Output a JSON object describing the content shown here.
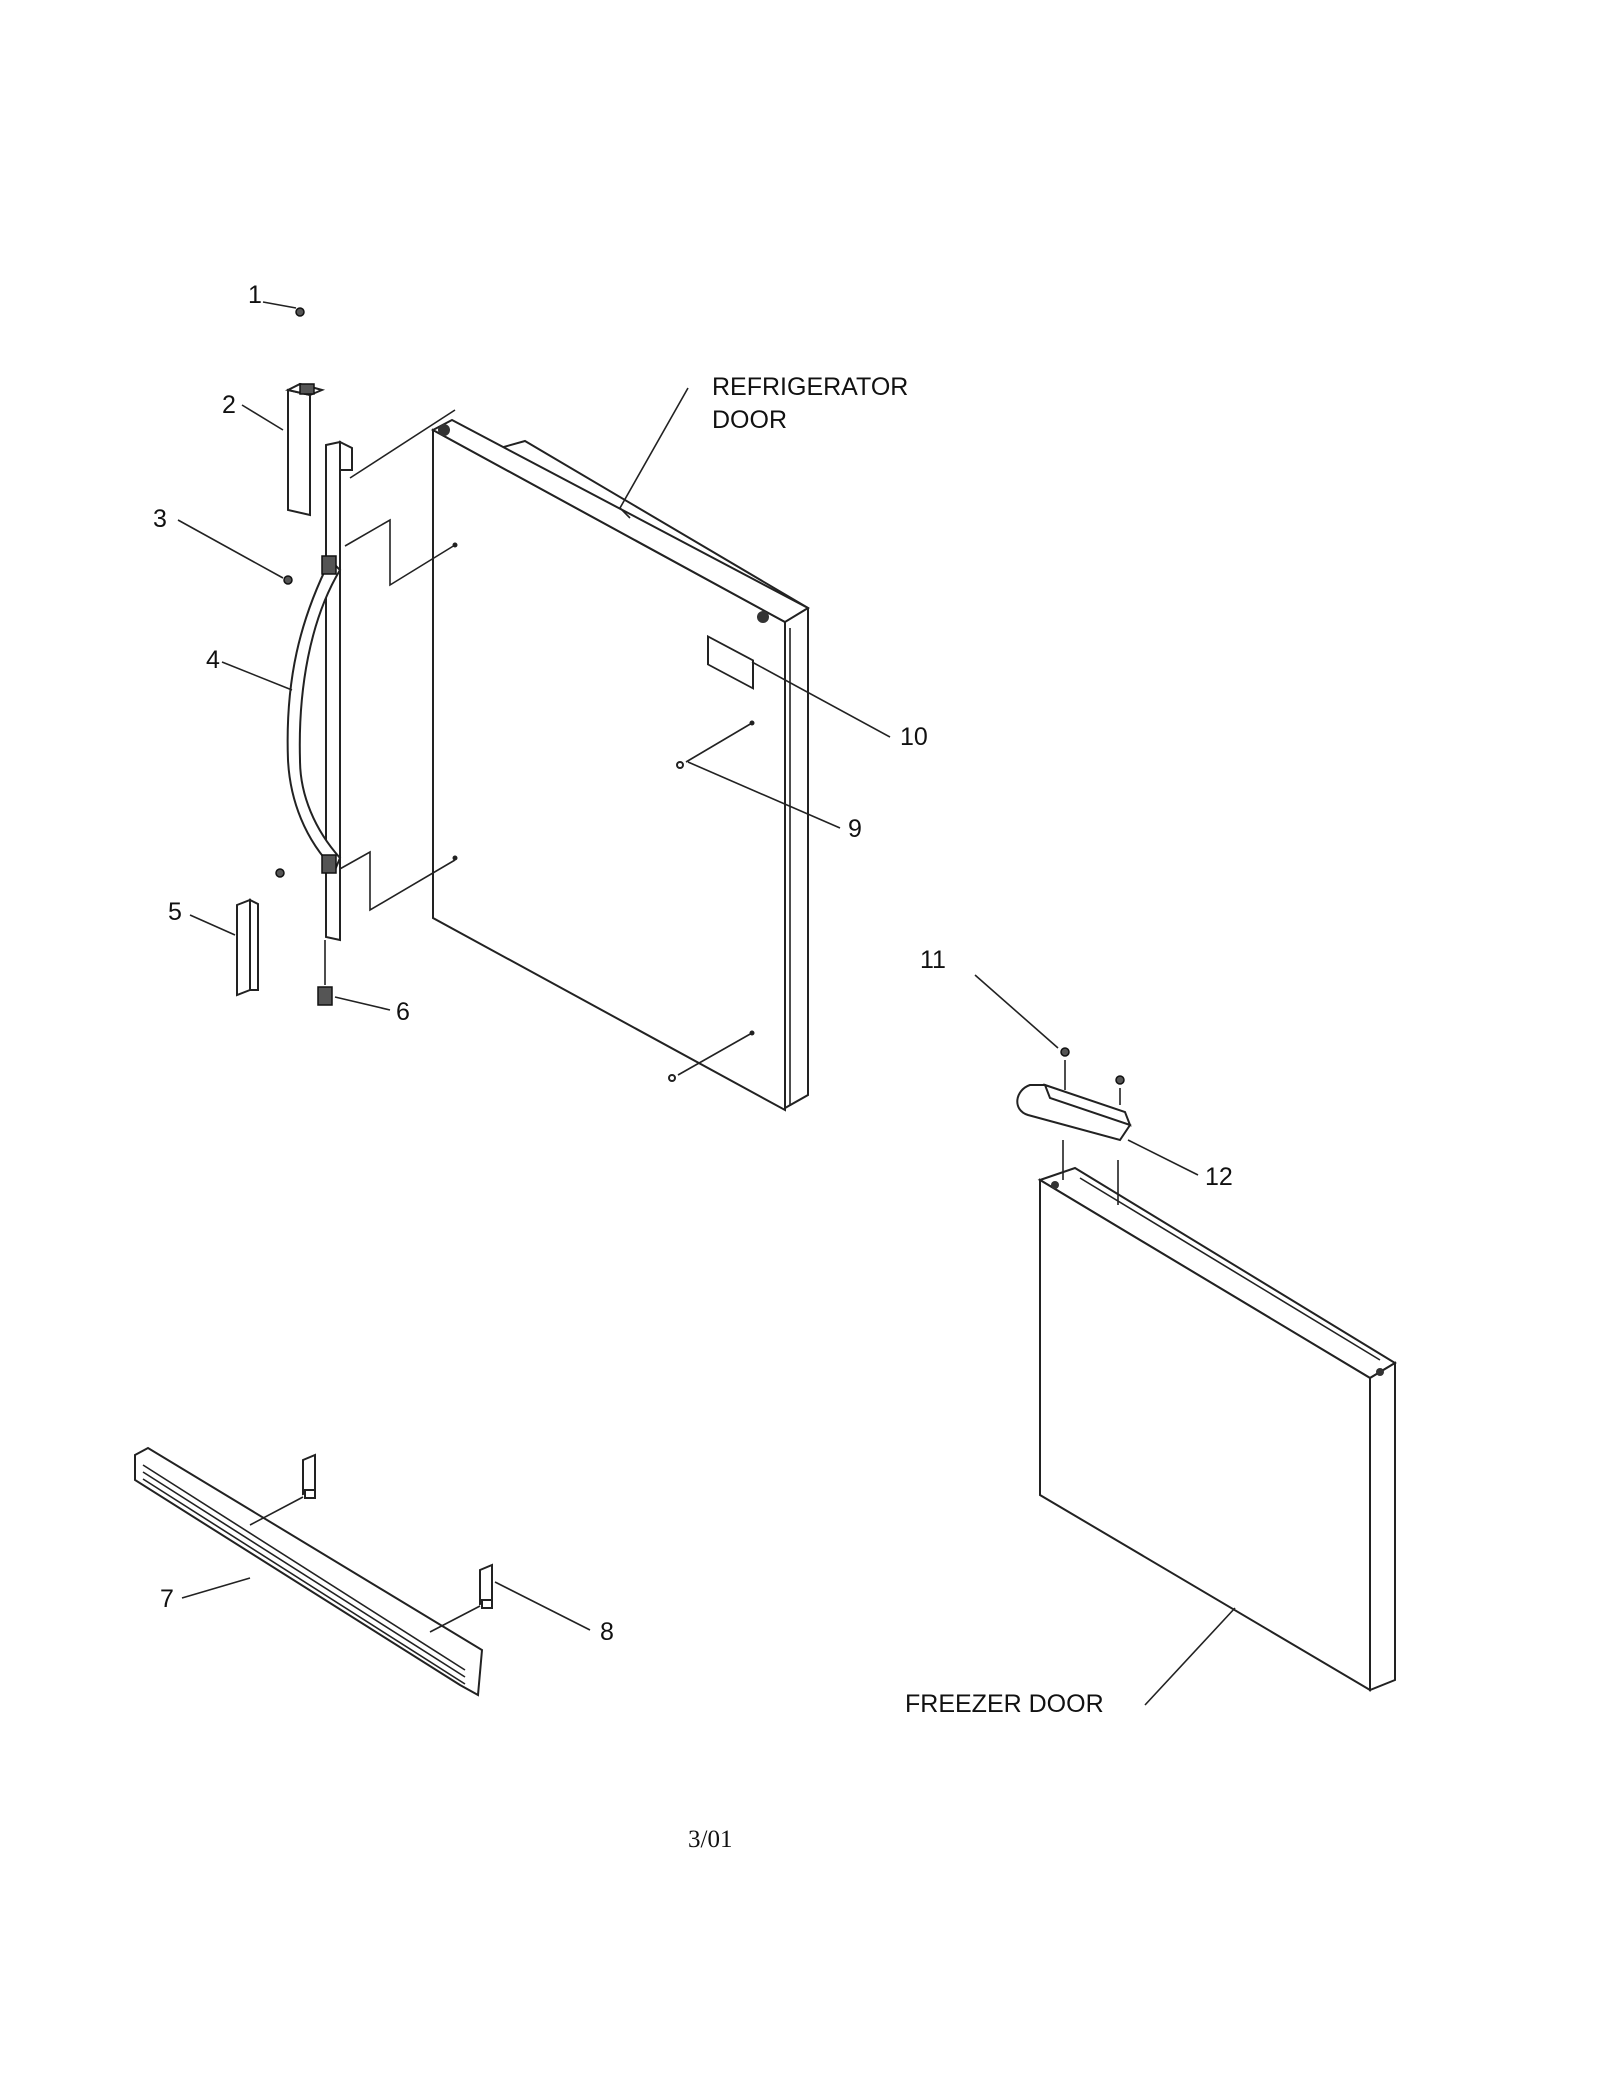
{
  "diagram": {
    "captions": {
      "refrigerator_door_line1": "REFRIGERATOR",
      "refrigerator_door_line2": "DOOR",
      "freezer_door": "FREEZER DOOR"
    },
    "callouts": [
      "1",
      "2",
      "3",
      "4",
      "5",
      "6",
      "7",
      "8",
      "9",
      "10",
      "11",
      "12"
    ],
    "footer": "3/01"
  }
}
